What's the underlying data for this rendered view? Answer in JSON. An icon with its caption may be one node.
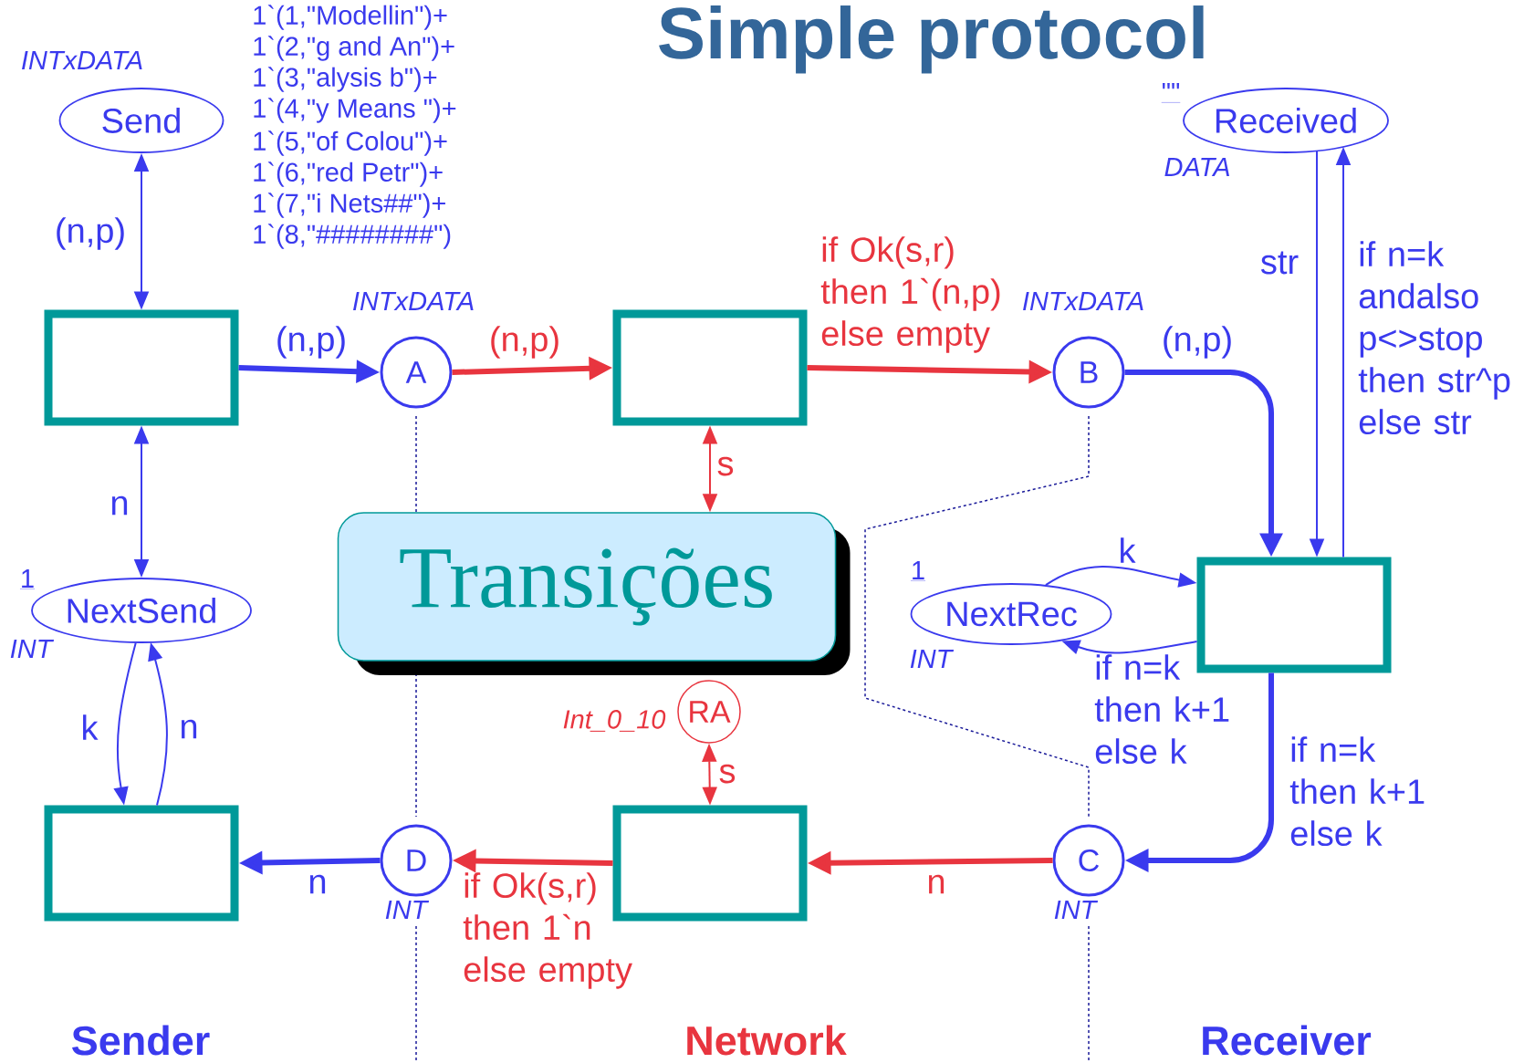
{
  "diagram": {
    "title": "Simple protocol",
    "nodes": [
      {
        "text": [
          "Send"
        ],
        "beside": [
          "INTxDATA",
          "1`(1,\"Modellin\")+",
          "1`(2,\"g and An\")+",
          "1`(3,\"alysis b\")+",
          "1`(4,\"y Means \")+",
          "1`(5,\"of Colou\")+",
          "1`(6,\"red Petr\")+",
          "1`(7,\"i Nets##\")+",
          "1`(8,\"########\")"
        ]
      },
      {
        "text": [],
        "shape": "box"
      },
      {
        "text": [
          "A"
        ],
        "beside": [
          "INTxDATA"
        ]
      },
      {
        "text": [],
        "shape": "box"
      },
      {
        "text": [
          "B"
        ],
        "beside": [
          "INTxDATA"
        ]
      },
      {
        "text": [
          "Received"
        ],
        "beside": [
          "\"\"",
          "DATA"
        ]
      },
      {
        "text": [],
        "shape": "box"
      },
      {
        "text": [
          "NextSend"
        ],
        "beside": [
          "1",
          "INT"
        ]
      },
      {
        "text": [
          "NextRec"
        ],
        "beside": [
          "1",
          "INT"
        ]
      },
      {
        "text": [
          "Transições"
        ]
      },
      {
        "text": [
          "RA"
        ],
        "beside": [
          "Int_0_10"
        ]
      },
      {
        "text": [],
        "shape": "box"
      },
      {
        "text": [
          "D"
        ],
        "beside": [
          "INT"
        ]
      },
      {
        "text": [],
        "shape": "box"
      },
      {
        "text": [
          "C"
        ],
        "beside": [
          "INT"
        ]
      }
    ],
    "edges": [
      {
        "from": 0,
        "to": 1,
        "arrow": "both",
        "label": "(n,p)"
      },
      {
        "from": 1,
        "to": 2,
        "arrow": "to",
        "label": "(n,p)",
        "style": "thick"
      },
      {
        "from": 2,
        "to": 3,
        "arrow": "to",
        "label": "(n,p)",
        "style": "thick",
        "color": "#e8353f"
      },
      {
        "from": 3,
        "to": 4,
        "arrow": "to",
        "label": "if Ok(s,r) then 1`(n,p) else empty",
        "style": "thick",
        "color": "#e8353f"
      },
      {
        "from": 4,
        "to": 6,
        "arrow": "to",
        "label": "(n,p)",
        "style": "thick"
      },
      {
        "from": 5,
        "to": 6,
        "arrow": "to",
        "label": "str"
      },
      {
        "from": 6,
        "to": 5,
        "arrow": "to",
        "label": "if n=k andalso p<>stop then str^p else str"
      },
      {
        "from": 8,
        "to": 6,
        "arrow": "to",
        "label": "k"
      },
      {
        "from": 6,
        "to": 8,
        "arrow": "to",
        "label": "if n=k then k+1 else k"
      },
      {
        "from": 6,
        "to": 14,
        "arrow": "to",
        "label": "if n=k then k+1 else k",
        "style": "thick"
      },
      {
        "from": 14,
        "to": 13,
        "arrow": "to",
        "label": "n",
        "style": "thick",
        "color": "#e8353f"
      },
      {
        "from": 13,
        "to": 12,
        "arrow": "to",
        "label": "if Ok(s,r) then 1`n else empty",
        "style": "thick",
        "color": "#e8353f"
      },
      {
        "from": 12,
        "to": 11,
        "arrow": "to",
        "label": "n",
        "style": "thick"
      },
      {
        "from": 7,
        "to": 11,
        "arrow": "to",
        "label": "k"
      },
      {
        "from": 11,
        "to": 7,
        "arrow": "to",
        "label": "n"
      },
      {
        "from": 1,
        "to": 7,
        "arrow": "both",
        "label": "n"
      },
      {
        "from": 3,
        "to": 9,
        "arrow": "both",
        "label": "s",
        "color": "#e8353f"
      },
      {
        "from": 10,
        "to": 13,
        "arrow": "both",
        "label": "s",
        "color": "#e8353f"
      }
    ],
    "labels": [
      "Sender",
      "Network",
      "Receiver"
    ]
  }
}
